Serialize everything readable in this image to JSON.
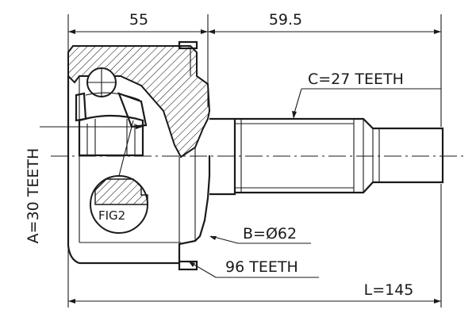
{
  "dimensions": {
    "outer_width": "55",
    "stem_length": "59.5",
    "overall_length": "L=145"
  },
  "callouts": {
    "shaft_teeth": "C=27 TEETH",
    "inner_teeth": "A=30 TEETH",
    "seal_diameter": "B=Ø62",
    "abs_ring_teeth": "96 TEETH",
    "detail_ref": "FIG2"
  }
}
